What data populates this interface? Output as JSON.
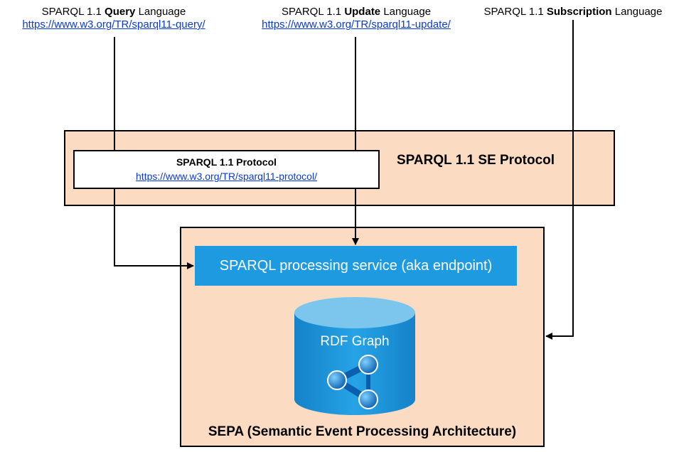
{
  "languages": [
    {
      "prefix": "SPARQL 1.1 ",
      "bold": "Query",
      "suffix": " Language",
      "url": "https://www.w3.org/TR/sparql11-query/"
    },
    {
      "prefix": "SPARQL 1.1 ",
      "bold": "Update",
      "suffix": " Language",
      "url": "https://www.w3.org/TR/sparql11-update/"
    },
    {
      "prefix": "SPARQL 1.1 ",
      "bold": "Subscription",
      "suffix": " Language"
    }
  ],
  "protocol": {
    "title": "SPARQL 1.1 Protocol",
    "url": "https://www.w3.org/TR/sparql11-protocol/"
  },
  "se_protocol": {
    "label": "SPARQL 1.1 SE Protocol"
  },
  "service": {
    "label": "SPARQL processing service (aka endpoint)"
  },
  "rdf_graph": {
    "label": "RDF Graph",
    "icon": "graph-network-icon"
  },
  "sepa": {
    "label": "SEPA (Semantic Event Processing Architecture)"
  },
  "colors": {
    "band_fill": "#fbdcc2",
    "service_fill": "#1e9be0",
    "cylinder_body": "#1e9be0",
    "cylinder_top": "#7cc6ee",
    "link": "#0b3bd6"
  }
}
